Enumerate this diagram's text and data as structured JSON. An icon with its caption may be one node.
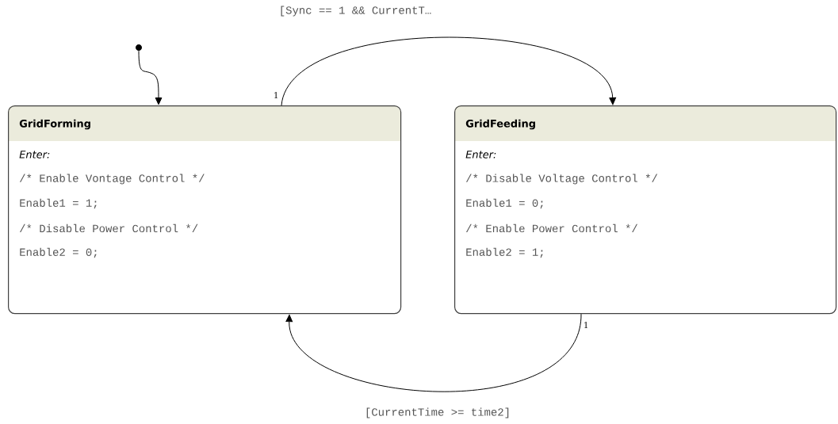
{
  "diagram": {
    "nodes": [
      {
        "text": [],
        "shape": "circle"
      },
      {
        "text": [
          "GridForming",
          "Enter:",
          "/* Enable Vontage Control */",
          "Enable1 = 1;",
          "/* Disable Power Control */",
          "Enable2 = 0;"
        ]
      },
      {
        "text": [
          "GridFeeding",
          "Enter:",
          "/* Disable Voltage Control */",
          "Enable1 = 0;",
          "/* Enable Power Control */",
          "Enable2 = 1;"
        ]
      }
    ],
    "edges": [
      {
        "from": 0,
        "to": 1,
        "arrow": "to"
      },
      {
        "from": 1,
        "to": 2,
        "arrow": "to",
        "label": "[Sync == 1 && CurrentT…"
      },
      {
        "from": 2,
        "to": 1,
        "arrow": "to",
        "label": "[CurrentTime >= time2]"
      }
    ],
    "labels": [
      "1",
      "1"
    ]
  }
}
